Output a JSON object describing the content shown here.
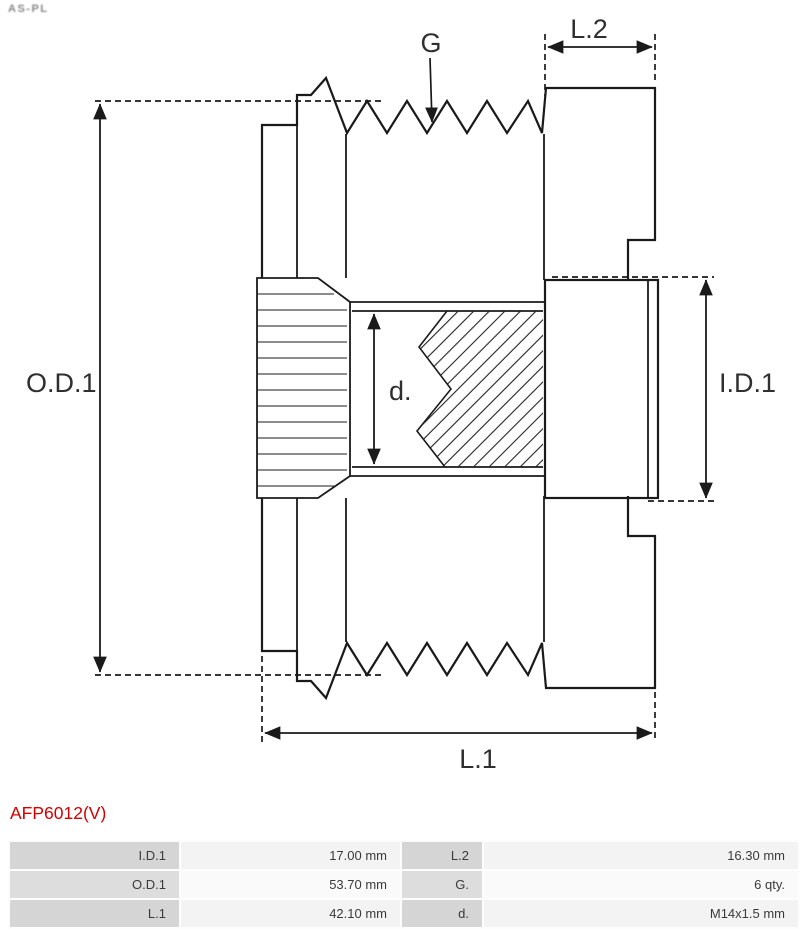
{
  "brand": {
    "logo_text": "AS-PL"
  },
  "part_number": "AFP6012(V)",
  "diagram": {
    "labels": {
      "g": "G",
      "l2": "L.2",
      "od1": "O.D.1",
      "id1": "I.D.1",
      "d": "d.",
      "l1": "L.1"
    }
  },
  "specs": {
    "rows": [
      [
        "I.D.1",
        "17.00 mm",
        "L.2",
        "16.30 mm"
      ],
      [
        "O.D.1",
        "53.70 mm",
        "G.",
        "6 qty."
      ],
      [
        "L.1",
        "42.10 mm",
        "d.",
        "M14x1.5 mm"
      ]
    ]
  },
  "colors": {
    "part_number_red": "#d40000",
    "drawing_line": "#1a1a1a",
    "table_label_bg": "#d5d5d5",
    "table_value_bg": "#f3f3f3"
  }
}
